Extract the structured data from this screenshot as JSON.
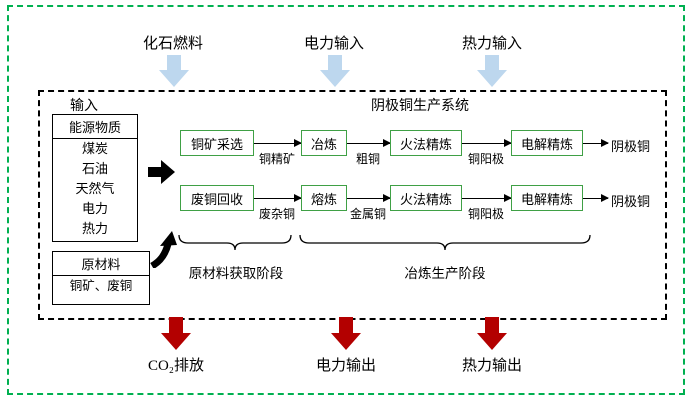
{
  "top_inputs": [
    {
      "label": "化石燃料"
    },
    {
      "label": "电力输入"
    },
    {
      "label": "热力输入"
    }
  ],
  "bottom_outputs": [
    {
      "label": "CO₂排放"
    },
    {
      "label": "电力输出"
    },
    {
      "label": "热力输出"
    }
  ],
  "system": {
    "input_label": "输入",
    "title": "阴极铜生产系统",
    "energy_box": {
      "title": "能源物质",
      "items": [
        "煤炭",
        "石油",
        "天然气",
        "电力",
        "热力"
      ]
    },
    "materials_box": {
      "title": "原材料",
      "content": "铜矿、废铜"
    },
    "row1": {
      "stage1": "铜矿采选",
      "link1": "铜精矿",
      "stage2": "冶炼",
      "link2": "粗铜",
      "stage3": "火法精炼",
      "link3": "铜阳极",
      "stage4": "电解精炼",
      "output": "阴极铜"
    },
    "row2": {
      "stage1": "废铜回收",
      "link1": "废杂铜",
      "stage2": "熔炼",
      "link2": "金属铜",
      "stage3": "火法精炼",
      "link3": "铜阳极",
      "stage4": "电解精炼",
      "output": "阴极铜"
    },
    "stages": {
      "acquisition": "原材料获取阶段",
      "production": "冶炼生产阶段"
    }
  },
  "colors": {
    "outer_border": "#00b050",
    "inner_border": "#000000",
    "process_box_border": "#3fa045",
    "input_arrow_fill": "#bdd7ee",
    "output_arrow_fill": "#b30000",
    "material_arrow_fill": "#000000"
  }
}
